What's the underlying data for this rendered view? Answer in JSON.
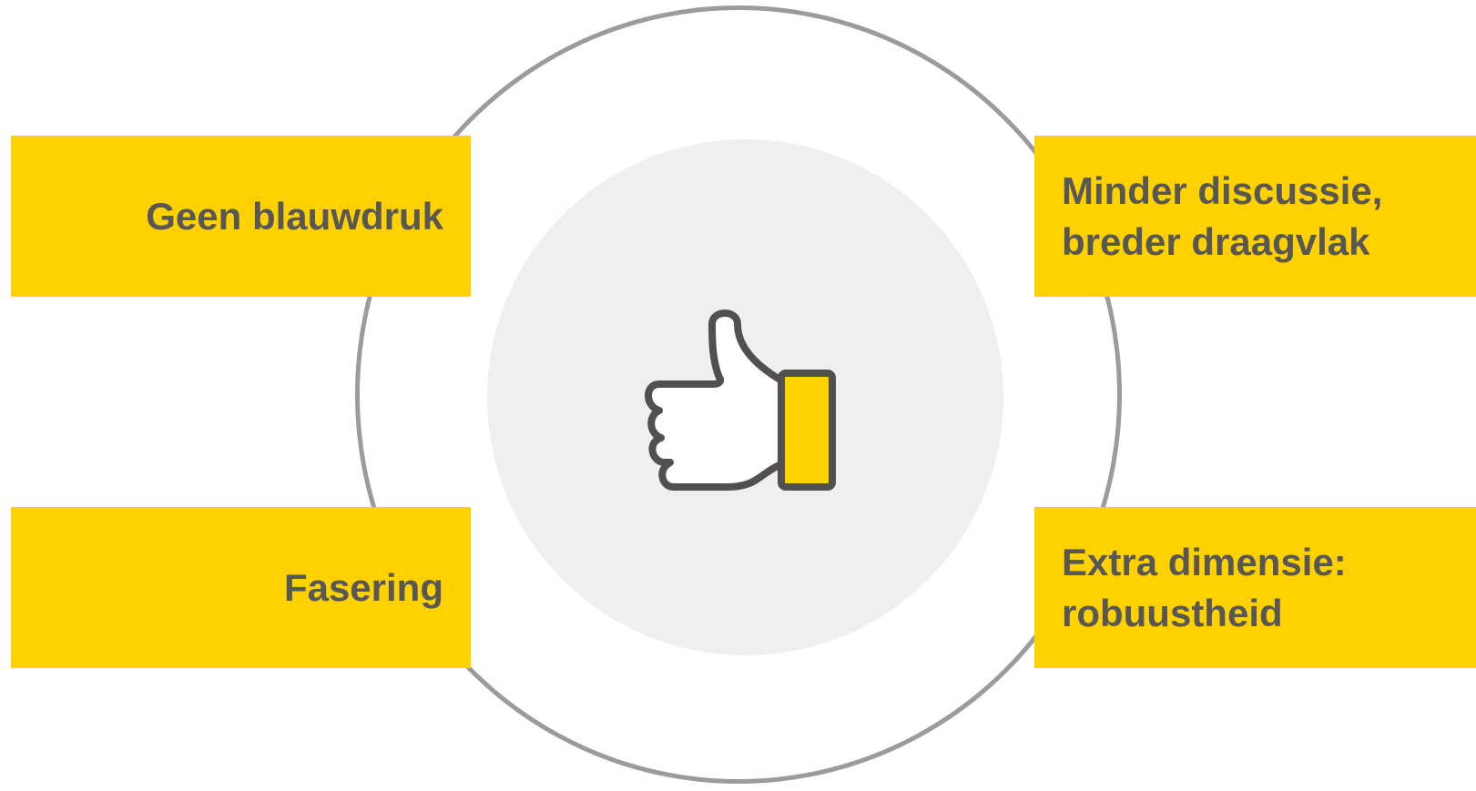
{
  "colors": {
    "accent": "#ffd100",
    "text": "#575757",
    "ring": "#9b9b9b",
    "disc": "#efefef",
    "icon_stroke": "#505050"
  },
  "center_icon": "thumbs-up-icon",
  "boxes": {
    "top_left": "Geen blauwdruk",
    "bottom_left": "Fasering",
    "top_right": "Minder discussie,\nbreder draagvlak",
    "bottom_right": "Extra dimensie:\nrobuustheid"
  }
}
